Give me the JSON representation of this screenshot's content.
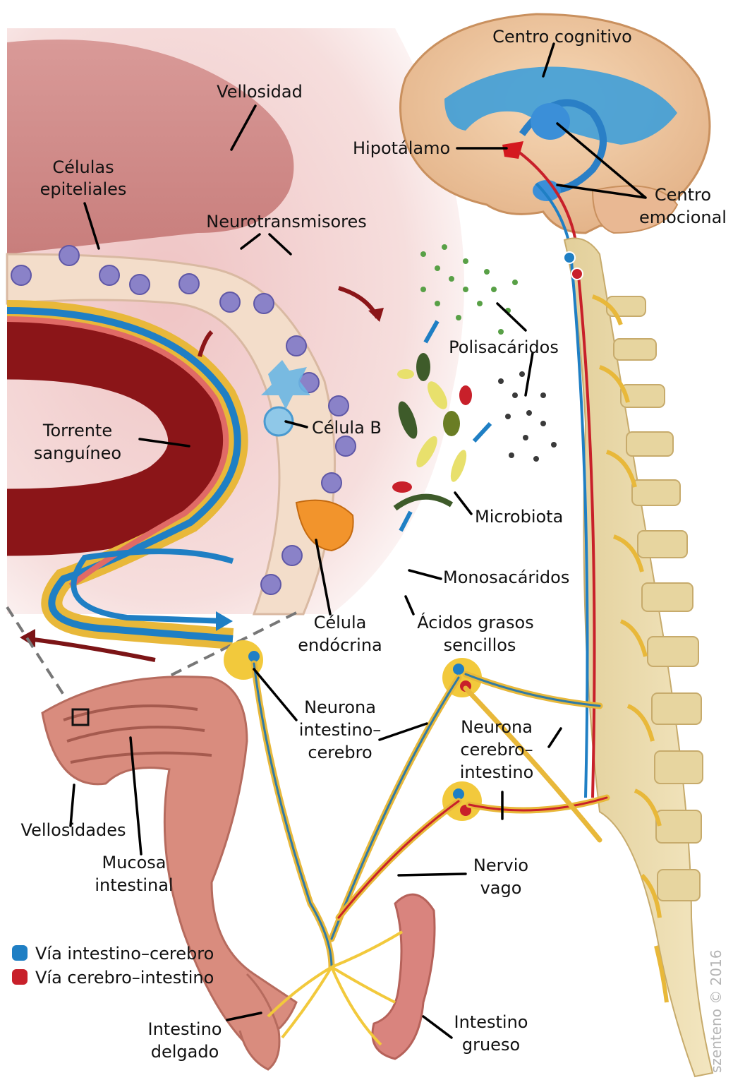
{
  "labels": {
    "vellosidad": "Vellosidad",
    "celulas_epiteliales": [
      "Células",
      "epiteliales"
    ],
    "neurotransmisores": "Neurotransmisores",
    "torrente_sanguineo": [
      "Torrente",
      "sanguíneo"
    ],
    "celula_b": "Célula B",
    "polisacaridos": "Polisacáridos",
    "microbiota": "Microbiota",
    "monosacaridos": "Monosacáridos",
    "celula_endocrina": [
      "Célula",
      "endócrina"
    ],
    "acidos_grasos": [
      "Ácidos grasos",
      "sencillos"
    ],
    "centro_cognitivo": "Centro cognitivo",
    "hipotalamo": "Hipotálamo",
    "centro_emocional": [
      "Centro",
      "emocional"
    ],
    "neurona_intestino_cerebro": [
      "Neurona",
      "intestino–",
      "cerebro"
    ],
    "neurona_cerebro_intestino": [
      "Neurona",
      "cerebro–",
      "intestino"
    ],
    "vellosidades": "Vellosidades",
    "mucosa_intestinal": [
      "Mucosa",
      "intestinal"
    ],
    "nervio_vago": [
      "Nervio",
      "vago"
    ],
    "intestino_delgado": [
      "Intestino",
      "delgado"
    ],
    "intestino_grueso": [
      "Intestino",
      "grueso"
    ]
  },
  "legend": [
    {
      "label": "Vía intestino–cerebro",
      "color": "#1f7fc4"
    },
    {
      "label": "Vía cerebro–intestino",
      "color": "#c8202a"
    }
  ],
  "credit": "szenteno © 2016",
  "colors": {
    "gut_to_brain": "#1f7fc4",
    "brain_to_gut": "#c8202a",
    "nerve": "#e8b83a",
    "brain": "#f2c9a0",
    "brain_blue": "#3f9fd8",
    "spine": "#ecd9a8",
    "tissue": "#f4d2d0",
    "blood": "#8b1518"
  }
}
